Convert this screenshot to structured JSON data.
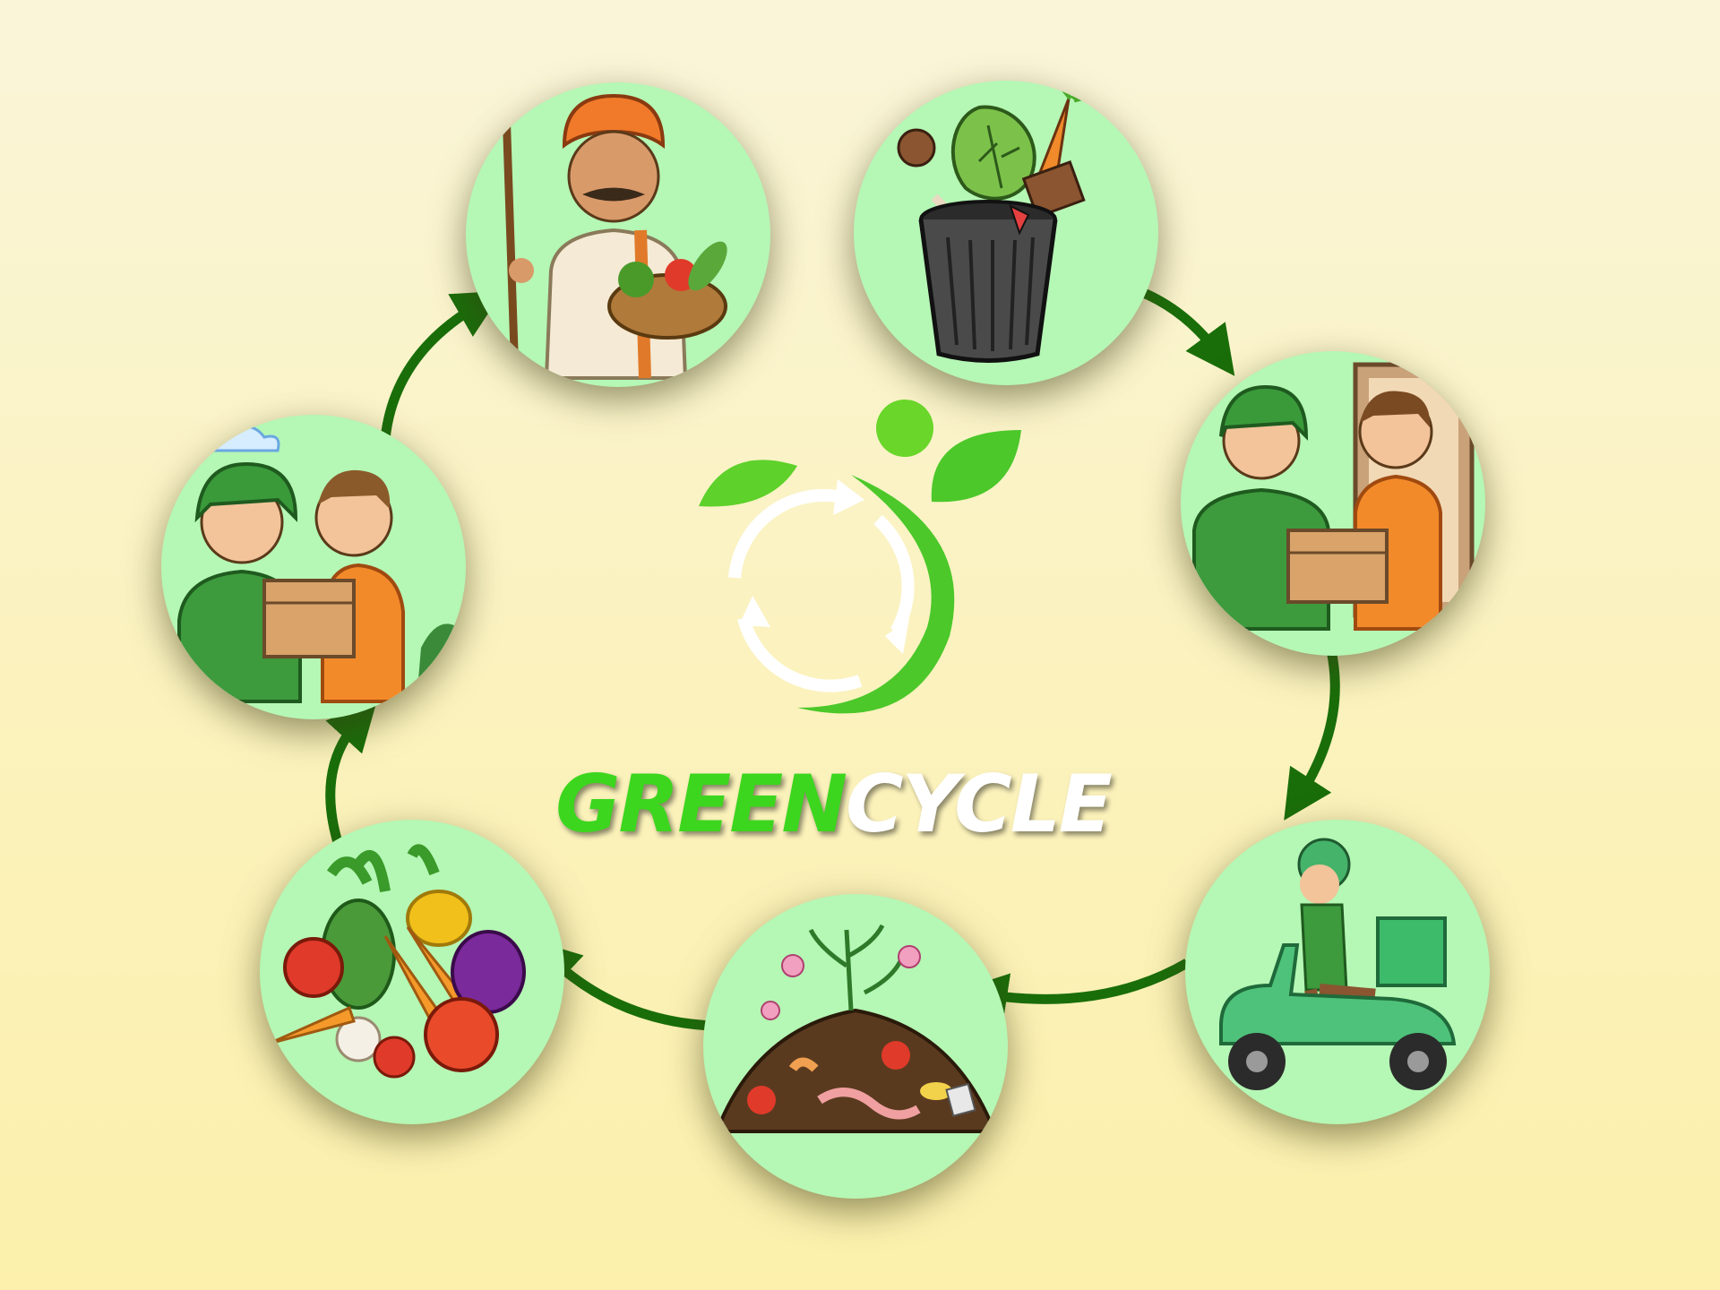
{
  "brand": {
    "word_green": "GREEN",
    "word_white": "CYCLE",
    "color_green": "#3cd61e",
    "color_white": "#ffffff"
  },
  "colors": {
    "circle_fill": "#b5f7b5",
    "arrow": "#1a6e0a"
  },
  "steps": [
    {
      "id": "food-waste",
      "icon": "trash-can-with-food-scraps-icon"
    },
    {
      "id": "pickup",
      "icon": "courier-receiving-box-at-door-icon"
    },
    {
      "id": "transport",
      "icon": "scooter-delivery-rider-icon"
    },
    {
      "id": "compost",
      "icon": "compost-heap-with-worms-icon"
    },
    {
      "id": "fresh-produce",
      "icon": "vegetable-pile-icon"
    },
    {
      "id": "delivery",
      "icon": "courier-handing-box-to-customer-icon"
    },
    {
      "id": "farmer",
      "icon": "farmer-with-vegetable-basket-icon"
    }
  ]
}
